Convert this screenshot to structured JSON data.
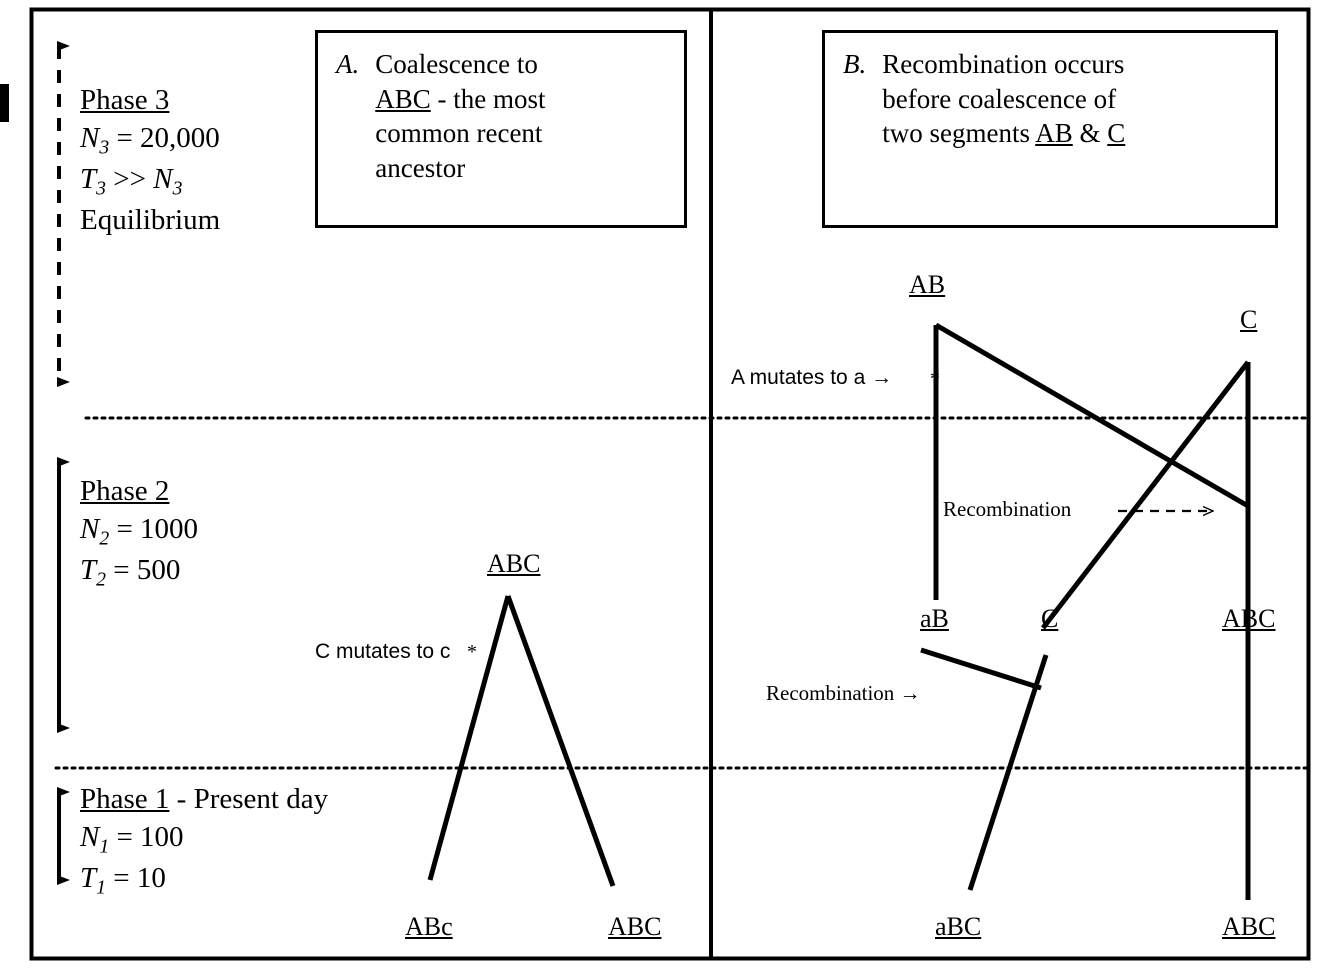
{
  "figure": {
    "title": "Coalescence and recombination across three demographic phases",
    "colors": {
      "ink": "#000000",
      "paper": "#ffffff"
    }
  },
  "panels": [
    {
      "id": "A",
      "letter": "A.",
      "caption_lines": [
        "Coalescence to",
        "ABC - the most",
        "common recent",
        "ancestor"
      ],
      "caption_underlined_token": "ABC"
    },
    {
      "id": "B",
      "letter": "B.",
      "caption_lines": [
        "Recombination occurs",
        "before coalescence of",
        "two segments AB & C"
      ],
      "caption_underlined_tokens": [
        "AB",
        "C"
      ]
    }
  ],
  "phases": [
    {
      "id": "phase3",
      "title": "Phase 3",
      "lines": [
        {
          "symbol": "N",
          "subscript": "3",
          "relation": "=",
          "value": "20,000"
        },
        {
          "symbol": "T",
          "subscript": "3",
          "relation": ">>",
          "value_symbol": "N",
          "value_subscript": "3"
        }
      ],
      "note": "Equilibrium",
      "arrow_style": "dashed",
      "arrow_heads": "both"
    },
    {
      "id": "phase2",
      "title": "Phase 2",
      "lines": [
        {
          "symbol": "N",
          "subscript": "2",
          "relation": "=",
          "value": "1000"
        },
        {
          "symbol": "T",
          "subscript": "2",
          "relation": "=",
          "value": "500"
        }
      ],
      "arrow_style": "solid",
      "arrow_heads": "both"
    },
    {
      "id": "phase1",
      "title": "Phase 1",
      "title_suffix": " - Present day",
      "lines": [
        {
          "symbol": "N",
          "subscript": "1",
          "relation": "=",
          "value": "100"
        },
        {
          "symbol": "T",
          "subscript": "1",
          "relation": "=",
          "value": "10"
        }
      ],
      "arrow_style": "solid",
      "arrow_heads": "both"
    }
  ],
  "panel_a": {
    "ancestor_label": "ABC",
    "tip_labels": [
      "ABc",
      "ABC"
    ],
    "mutation_annotation": "C mutates to c",
    "mutation_marker": "*"
  },
  "panel_b": {
    "top_labels": [
      "AB",
      "C"
    ],
    "mid_labels": [
      "aB",
      "C",
      "ABC"
    ],
    "tip_labels": [
      "aBC",
      "ABC"
    ],
    "mutation_annotation": "A mutates to a →",
    "mutation_marker": "*",
    "recombination_upper": "Recombination ---------→",
    "recombination_lower": "Recombination →"
  }
}
